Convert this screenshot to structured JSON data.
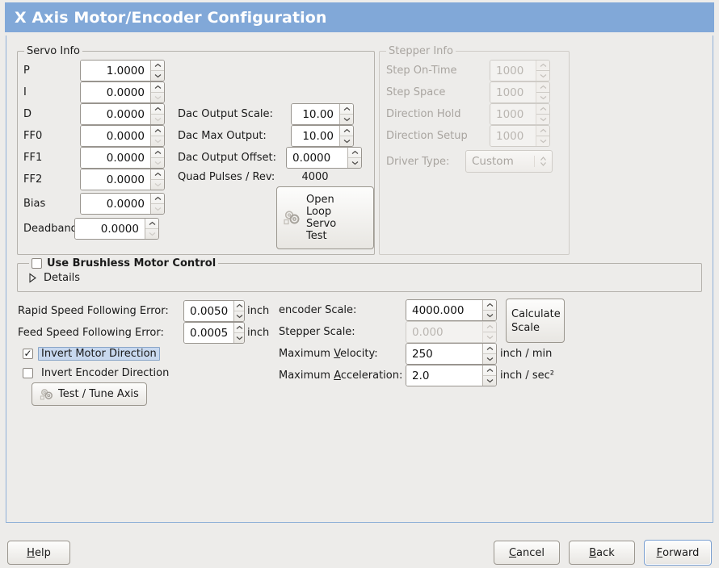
{
  "window": {
    "title": "X Axis Motor/Encoder Configuration",
    "title_bg": "#81a8d8",
    "title_color": "#ffffff",
    "body_bg": "#edecea",
    "accent": "#8fb0d8"
  },
  "servo_info": {
    "legend": "Servo Info",
    "fields": [
      {
        "label": "P",
        "value": "1.0000"
      },
      {
        "label": "I",
        "value": "0.0000"
      },
      {
        "label": "D",
        "value": "0.0000"
      },
      {
        "label": "FF0",
        "value": "0.0000"
      },
      {
        "label": "FF1",
        "value": "0.0000"
      },
      {
        "label": "FF2",
        "value": "0.0000"
      },
      {
        "label": "Bias",
        "value": "0.0000"
      },
      {
        "label": "Deadband",
        "value": "0.0000"
      }
    ]
  },
  "dac": {
    "output_scale_label": "Dac Output Scale:",
    "output_scale_value": "10.00",
    "max_output_label": "Dac Max Output:",
    "max_output_value": "10.00",
    "output_offset_label": "Dac Output Offset:",
    "output_offset_value": "0.0000",
    "quad_pulses_label": "Quad Pulses / Rev:",
    "quad_pulses_value": "4000",
    "open_loop_button": "Open\nLoop\nServo\nTest",
    "open_loop_lines": [
      "Open",
      "Loop",
      "Servo",
      "Test"
    ],
    "open_loop_icon": "gears-icon"
  },
  "stepper_info": {
    "legend": "Stepper Info",
    "enabled": false,
    "fields": [
      {
        "label": "Step On-Time",
        "value": "1000"
      },
      {
        "label": "Step Space",
        "value": "1000"
      },
      {
        "label": "Direction Hold",
        "value": "1000"
      },
      {
        "label": "Direction Setup",
        "value": "1000"
      }
    ],
    "driver_type_label": "Driver Type:",
    "driver_type_value": "Custom"
  },
  "brushless": {
    "checkbox_label": "Use Brushless Motor Control",
    "checked": false,
    "details_label": "Details",
    "details_expanded": false
  },
  "errors": {
    "rapid_label": "Rapid Speed Following Error:",
    "rapid_value": "0.0050",
    "rapid_unit": "inch",
    "feed_label": "Feed Speed Following Error:",
    "feed_value": "0.0005",
    "feed_unit": "inch"
  },
  "inverts": {
    "motor_label": "Invert Motor Direction",
    "motor_checked": true,
    "motor_focused": true,
    "encoder_label": "Invert Encoder Direction",
    "encoder_checked": false
  },
  "test_tune": {
    "label": "Test / Tune Axis",
    "icon": "gears-icon"
  },
  "scales": {
    "encoder_label": "encoder Scale:",
    "encoder_value": "4000.000",
    "stepper_label": "Stepper Scale:",
    "stepper_value": "0.000",
    "stepper_enabled": false,
    "calculate_lines": [
      "Calculate",
      "Scale"
    ],
    "max_velocity_label_pre": "Maximum ",
    "max_velocity_label_mn": "V",
    "max_velocity_label_post": "elocity:",
    "max_velocity_value": "250",
    "max_velocity_unit": "inch / min",
    "max_accel_label_pre": "Maximum ",
    "max_accel_label_mn": "A",
    "max_accel_label_post": "cceleration:",
    "max_accel_value": "2.0",
    "max_accel_unit": "inch / sec²"
  },
  "footer": {
    "help_mn": "H",
    "help_rest": "elp",
    "cancel_mn": "C",
    "cancel_rest": "ancel",
    "back_mn": "B",
    "back_rest": "ack",
    "forward_mn": "F",
    "forward_rest": "orward",
    "forward_focused": true
  }
}
